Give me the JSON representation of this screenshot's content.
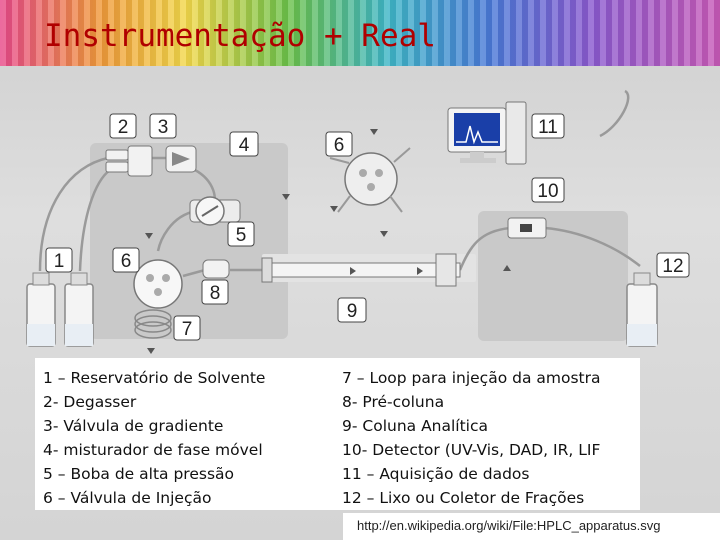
{
  "slide": {
    "title": "Instrumentação + Real",
    "source": "http://en.wikipedia.org/wiki/File:HPLC_apparatus.svg"
  },
  "diagram": {
    "labels": [
      "1",
      "2",
      "3",
      "4",
      "5",
      "6",
      "6",
      "7",
      "8",
      "9",
      "10",
      "11",
      "12"
    ]
  },
  "legend": {
    "left": [
      "1 – Reservatório de Solvente",
      "2- Degasser",
      "3- Válvula de gradiente",
      "4- misturador de fase móvel",
      "5 – Boba de alta pressão",
      "6 – Válvula de Injeção"
    ],
    "right": [
      "7 – Loop para injeção da amostra",
      "8- Pré-coluna",
      "9- Coluna Analítica",
      "10- Detector (UV-Vis, DAD, IR, LIF",
      "11 – Aquisição de dados",
      "12 – Lixo ou Coletor de Frações"
    ]
  }
}
